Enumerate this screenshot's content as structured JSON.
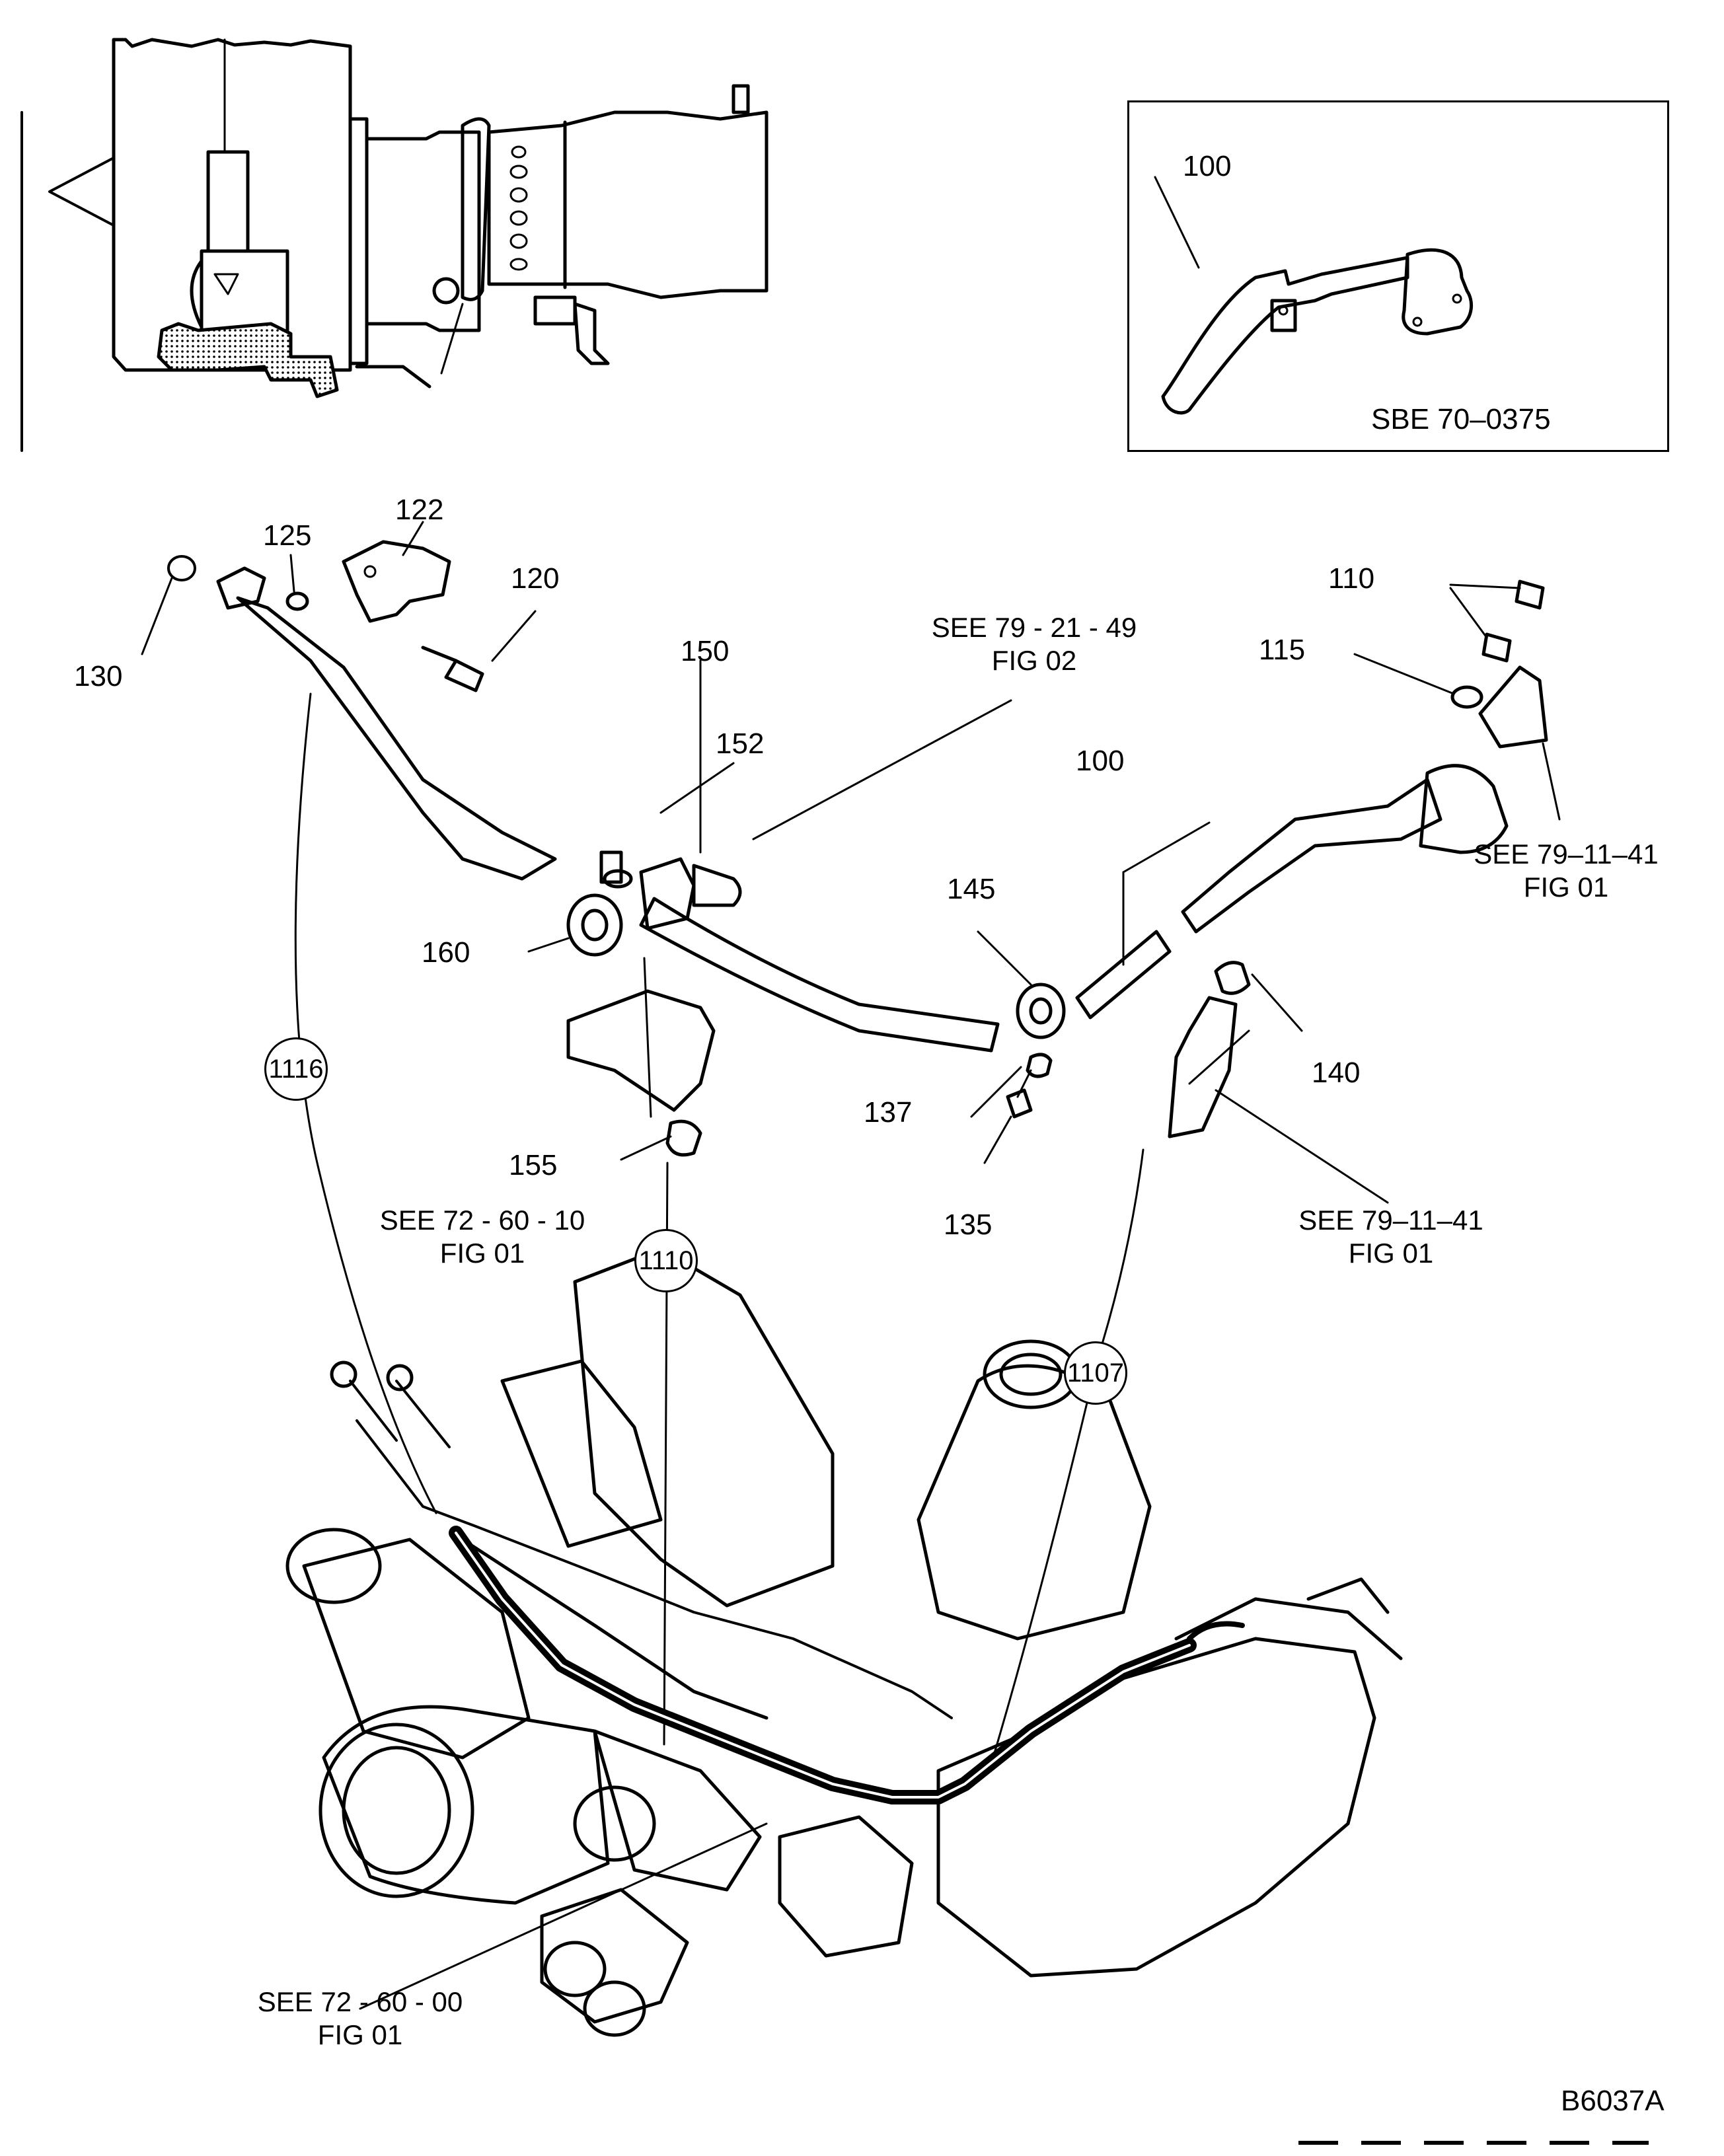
{
  "document": {
    "figure_id": "B6037A",
    "inset": {
      "item_label": "100",
      "service_bulletin": "SBE 70–0375"
    },
    "item_numbers": {
      "i100": "100",
      "i110": "110",
      "i115": "115",
      "i120": "120",
      "i122": "122",
      "i125": "125",
      "i130": "130",
      "i135": "135",
      "i137": "137",
      "i140": "140",
      "i145": "145",
      "i150": "150",
      "i152": "152",
      "i155": "155",
      "i160": "160"
    },
    "circled_refs": {
      "c1116": "1116",
      "c1110": "1110",
      "c1107": "1107"
    },
    "cross_references": {
      "ref_79_21_49": {
        "line1": "SEE 79 - 21 - 49",
        "line2": "FIG 02"
      },
      "ref_79_11_41_top": {
        "line1": "SEE 79–11–41",
        "line2": "FIG 01"
      },
      "ref_72_60_10": {
        "line1": "SEE 72 - 60 - 10",
        "line2": "FIG 01"
      },
      "ref_79_11_41_bottom": {
        "line1": "SEE 79–11–41",
        "line2": "FIG 01"
      },
      "ref_72_60_00": {
        "line1": "SEE 72 - 60 - 00",
        "line2": "FIG 01"
      }
    }
  }
}
